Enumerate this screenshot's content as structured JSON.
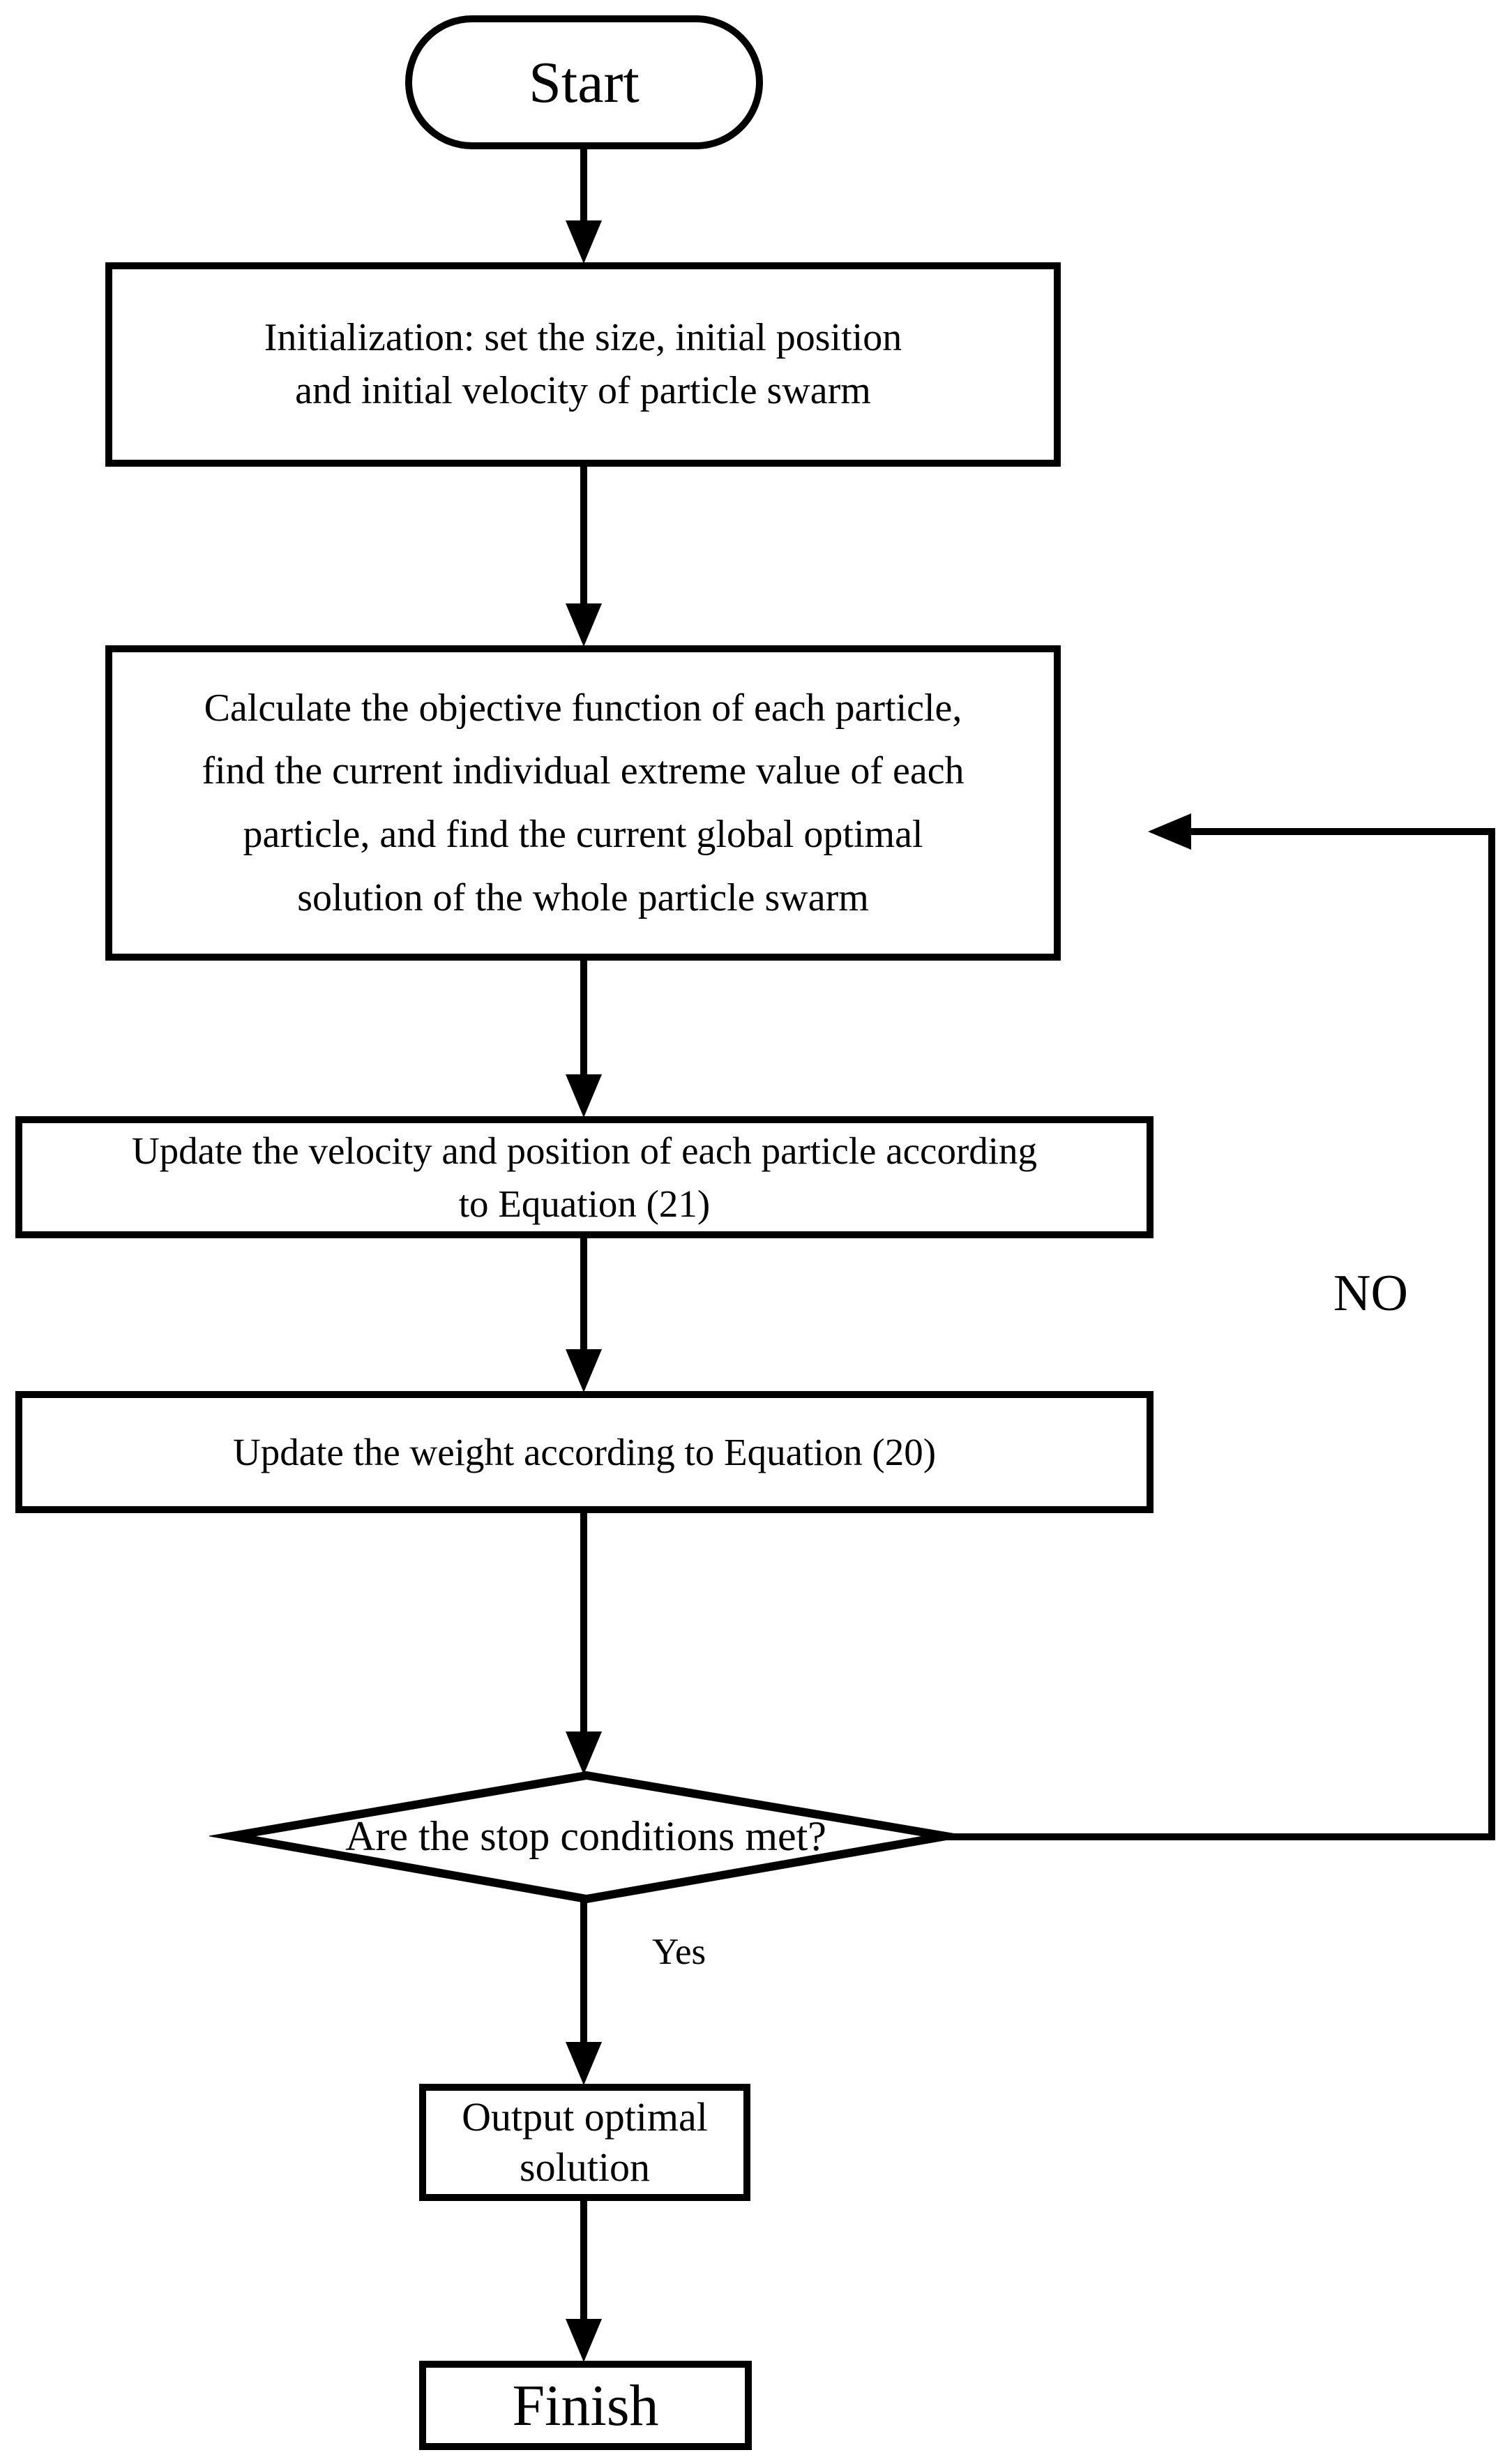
{
  "figure": {
    "type": "flowchart",
    "colors": {
      "stroke": "#000000",
      "node_fill": "#ffffff",
      "text": "#000000",
      "background": "#ffffff"
    },
    "nodes": {
      "start": {
        "type": "terminator",
        "label": "Start"
      },
      "initialization": {
        "type": "process",
        "lines": [
          "Initialization: set the size, initial position",
          "and initial velocity of particle swarm"
        ]
      },
      "calculate": {
        "type": "process",
        "lines": [
          "Calculate the objective function of each particle,",
          "find the current individual extreme value of each",
          "particle, and find the current global optimal",
          "solution of the whole particle swarm"
        ]
      },
      "update_velocity": {
        "type": "process",
        "lines": [
          "Update the velocity and position of each particle according",
          "to Equation (21)"
        ]
      },
      "update_weight": {
        "type": "process",
        "lines": [
          "Update the weight according to Equation (20)"
        ]
      },
      "stop_condition": {
        "type": "decision",
        "label": "Are the stop conditions met?"
      },
      "output_solution": {
        "type": "process",
        "lines": [
          "Output optimal",
          "solution"
        ]
      },
      "finish": {
        "type": "terminator",
        "label": "Finish"
      }
    },
    "edge_labels": {
      "yes": "Yes",
      "no": "NO"
    }
  }
}
